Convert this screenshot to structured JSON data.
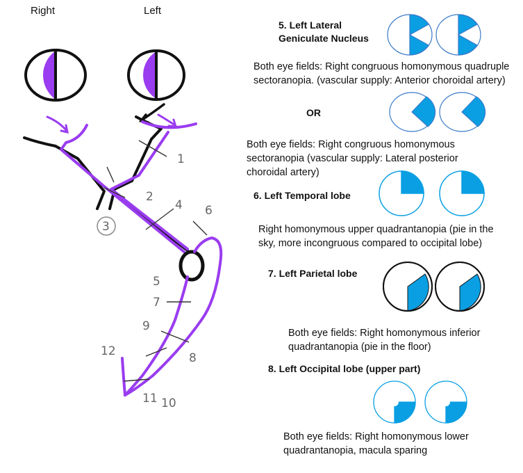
{
  "eyes": {
    "right_label": "Right",
    "left_label": "Left"
  },
  "pathway_numbers": [
    "1",
    "2",
    "3",
    "4",
    "5",
    "6",
    "7",
    "8",
    "9",
    "10",
    "11",
    "12"
  ],
  "colors": {
    "lesion_purple": "#9a3cf0",
    "field_blue": "#0a9fe3",
    "tract_black": "#111111"
  },
  "sections": {
    "lgn": {
      "title_line1": "5. Left Lateral",
      "title_line2": "Geniculate Nucleus",
      "desc1": "Both eye fields: Right congruous homonymous quadruple sectoranopia. (vascular supply: Anterior choroidal artery)",
      "or": "OR",
      "desc2": "Both eye fields: Right congruous homonymous sectoranopia (vascular supply: Lateral posterior choroidal artery)"
    },
    "temporal": {
      "title": "6. Left Temporal lobe",
      "desc": "Right homonymous upper quadrantanopia (pie in the sky, more incongruous compared to occipital lobe)"
    },
    "parietal": {
      "title": "7. Left Parietal lobe",
      "desc": "Both eye fields: Right homonymous inferior quadrantanopia (pie in the floor)"
    },
    "occipital": {
      "title": "8. Left Occipital lobe (upper part)",
      "desc": "Both eye fields: Right homonymous lower quadrantanopia, macula sparing"
    }
  }
}
